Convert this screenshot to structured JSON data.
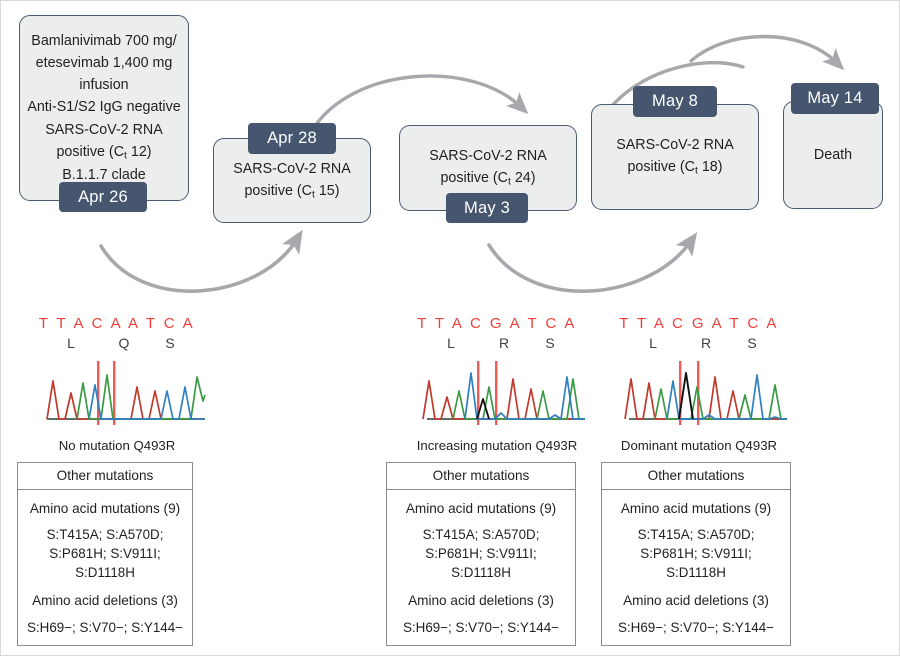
{
  "figure": {
    "accent_dark": "#46566e",
    "box_fill": "#eceded",
    "box_border": "#4a5a70",
    "arrow_color": "#a6a8ab",
    "marker_red": "#ee3e3a"
  },
  "timeline": {
    "events": [
      {
        "id": "apr-26",
        "date": "Apr 26",
        "date_position": "bottom",
        "lines": [
          "Bamlanivimab 700 mg/",
          "etesevimab 1,400 mg",
          "infusion",
          "Anti-S1/S2 IgG negative",
          "SARS-CoV-2 RNA",
          "positive (C<sub>t</sub> 12)",
          "B.1.1.7 clade"
        ]
      },
      {
        "id": "apr-28",
        "date": "Apr 28",
        "date_position": "top",
        "lines": [
          "SARS-CoV-2 RNA",
          "positive (C<sub>t</sub> 15)"
        ]
      },
      {
        "id": "may-3",
        "date": "May 3",
        "date_position": "bottom",
        "lines": [
          "SARS-CoV-2 RNA",
          "positive (C<sub>t</sub> 24)"
        ]
      },
      {
        "id": "may-8",
        "date": "May 8",
        "date_position": "top",
        "lines": [
          "SARS-CoV-2 RNA",
          "positive (C<sub>t</sub> 18)"
        ]
      },
      {
        "id": "may-14",
        "date": "May 14",
        "date_position": "top",
        "lines": [
          "Death"
        ]
      }
    ]
  },
  "chromatograms": [
    {
      "id": "no-mutation",
      "nucleotides": "T T A C A A T C A",
      "amino_acids": [
        "L",
        "Q",
        "S"
      ],
      "caption": "No mutation Q493R",
      "mutant_peak": "none"
    },
    {
      "id": "increasing-mutation",
      "nucleotides": "T T A C G A T C A",
      "amino_acids": [
        "L",
        "R",
        "S"
      ],
      "caption": "Increasing mutation Q493R",
      "mutant_peak": "partial"
    },
    {
      "id": "dominant-mutation",
      "nucleotides": "T T A C G A T C A",
      "amino_acids": [
        "L",
        "R",
        "S"
      ],
      "caption": "Dominant mutation Q493R",
      "mutant_peak": "dominant"
    }
  ],
  "mutation_table": {
    "header": "Other mutations",
    "mutations_label": "Amino acid mutations (9)",
    "mutations": [
      "S:T415A; S:A570D;",
      "S:P681H; S:V911I;",
      "S:D1118H"
    ],
    "deletions_label": "Amino acid deletions (3)",
    "deletions": "S:H69−; S:V70−; S:Y144−"
  }
}
